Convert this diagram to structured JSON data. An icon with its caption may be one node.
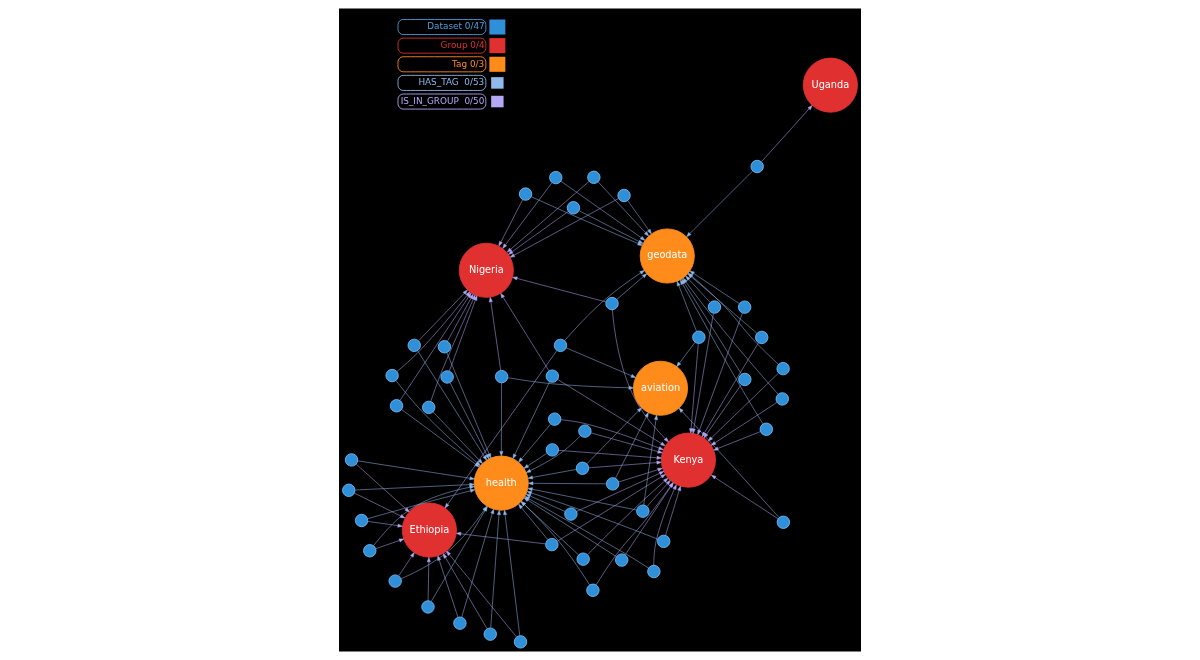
{
  "diagram": {
    "nodes": [
      {
        "text": [
          "Ethiopia"
        ]
      },
      {
        "text": [
          "Uganda"
        ]
      },
      {
        "text": [
          "geodata"
        ]
      },
      {
        "text": [
          "health"
        ]
      },
      {
        "text": [
          "aviation"
        ]
      },
      {
        "text": [
          "Kenya"
        ]
      },
      {
        "text": [
          "Nigeria"
        ]
      },
      {
        "text": [],
        "shape": "circle"
      },
      {
        "text": [],
        "shape": "circle"
      },
      {
        "text": [],
        "shape": "circle"
      },
      {
        "text": [],
        "shape": "circle"
      },
      {
        "text": [],
        "shape": "circle"
      },
      {
        "text": [],
        "shape": "circle"
      },
      {
        "text": [],
        "shape": "circle"
      },
      {
        "text": [],
        "shape": "circle"
      },
      {
        "text": [],
        "shape": "circle"
      },
      {
        "text": [],
        "shape": "circle"
      },
      {
        "text": [],
        "shape": "circle"
      },
      {
        "text": [],
        "shape": "circle"
      },
      {
        "text": [],
        "shape": "circle"
      },
      {
        "text": [],
        "shape": "circle"
      },
      {
        "text": [],
        "shape": "circle"
      },
      {
        "text": [],
        "shape": "circle"
      },
      {
        "text": [],
        "shape": "circle"
      },
      {
        "text": [],
        "shape": "circle"
      },
      {
        "text": [],
        "shape": "circle"
      },
      {
        "text": [],
        "shape": "circle"
      },
      {
        "text": [],
        "shape": "circle"
      },
      {
        "text": [],
        "shape": "circle"
      },
      {
        "text": [],
        "shape": "circle"
      },
      {
        "text": [],
        "shape": "circle"
      },
      {
        "text": [],
        "shape": "circle"
      },
      {
        "text": [],
        "shape": "circle"
      },
      {
        "text": [],
        "shape": "circle"
      },
      {
        "text": [],
        "shape": "circle"
      },
      {
        "text": [],
        "shape": "circle"
      },
      {
        "text": [],
        "shape": "circle"
      },
      {
        "text": [],
        "shape": "circle"
      },
      {
        "text": [],
        "shape": "circle"
      },
      {
        "text": [],
        "shape": "circle"
      },
      {
        "text": [],
        "shape": "circle"
      },
      {
        "text": [],
        "shape": "circle"
      },
      {
        "text": [],
        "shape": "circle"
      },
      {
        "text": [],
        "shape": "circle"
      },
      {
        "text": [],
        "shape": "circle"
      },
      {
        "text": [],
        "shape": "circle"
      },
      {
        "text": [],
        "shape": "circle"
      },
      {
        "text": [],
        "shape": "circle"
      },
      {
        "text": [],
        "shape": "circle"
      },
      {
        "text": [],
        "shape": "circle"
      },
      {
        "text": [],
        "shape": "circle"
      },
      {
        "text": [],
        "shape": "circle"
      },
      {
        "text": [],
        "shape": "circle"
      },
      {
        "text": [],
        "shape": "circle"
      }
    ],
    "edges": [
      {
        "from": 7,
        "to": 3,
        "arrow": "to"
      },
      {
        "from": 7,
        "to": 0,
        "arrow": "to",
        "color": "#b4a7f5"
      },
      {
        "from": 8,
        "to": 3,
        "arrow": "to"
      },
      {
        "from": 8,
        "to": 0,
        "arrow": "to",
        "color": "#b4a7f5"
      },
      {
        "from": 9,
        "to": 3,
        "arrow": "to"
      },
      {
        "from": 9,
        "to": 0,
        "arrow": "to",
        "color": "#b4a7f5"
      },
      {
        "from": 10,
        "to": 3,
        "arrow": "to"
      },
      {
        "from": 10,
        "to": 0,
        "arrow": "to",
        "color": "#b4a7f5"
      },
      {
        "from": 11,
        "to": 3,
        "arrow": "to"
      },
      {
        "from": 11,
        "to": 0,
        "arrow": "to",
        "color": "#b4a7f5"
      },
      {
        "from": 12,
        "to": 3,
        "arrow": "to"
      },
      {
        "from": 12,
        "to": 0,
        "arrow": "to",
        "color": "#b4a7f5"
      },
      {
        "from": 13,
        "to": 3,
        "arrow": "to"
      },
      {
        "from": 13,
        "to": 0,
        "arrow": "to",
        "color": "#b4a7f5"
      },
      {
        "from": 14,
        "to": 3,
        "arrow": "to"
      },
      {
        "from": 14,
        "to": 0,
        "arrow": "to",
        "color": "#b4a7f5"
      },
      {
        "from": 15,
        "to": 3,
        "arrow": "to"
      },
      {
        "from": 15,
        "to": 0,
        "arrow": "to",
        "color": "#b4a7f5"
      },
      {
        "from": 16,
        "to": 3,
        "arrow": "to"
      },
      {
        "from": 16,
        "to": 4,
        "arrow": "to"
      },
      {
        "from": 16,
        "to": 5,
        "arrow": "to",
        "color": "#b4a7f5"
      },
      {
        "from": 17,
        "to": 3,
        "arrow": "to"
      },
      {
        "from": 17,
        "to": 4,
        "arrow": "to"
      },
      {
        "from": 17,
        "to": 5,
        "arrow": "to",
        "color": "#b4a7f5"
      },
      {
        "from": 18,
        "to": 3,
        "arrow": "to"
      },
      {
        "from": 18,
        "to": 4,
        "arrow": "to"
      },
      {
        "from": 18,
        "to": 5,
        "arrow": "to",
        "color": "#b4a7f5"
      },
      {
        "from": 19,
        "to": 3,
        "arrow": "to"
      },
      {
        "from": 19,
        "to": 5,
        "arrow": "to",
        "color": "#b4a7f5"
      },
      {
        "from": 20,
        "to": 3,
        "arrow": "to"
      },
      {
        "from": 20,
        "to": 5,
        "arrow": "to",
        "color": "#b4a7f5"
      },
      {
        "from": 21,
        "to": 3,
        "arrow": "to"
      },
      {
        "from": 21,
        "to": 5,
        "arrow": "to",
        "color": "#b4a7f5"
      },
      {
        "from": 22,
        "to": 3,
        "arrow": "to"
      },
      {
        "from": 22,
        "to": 5,
        "arrow": "to",
        "color": "#b4a7f5"
      },
      {
        "from": 23,
        "to": 3,
        "arrow": "to"
      },
      {
        "from": 23,
        "to": 5,
        "arrow": "to",
        "color": "#b4a7f5"
      },
      {
        "from": 24,
        "to": 3,
        "arrow": "to"
      },
      {
        "from": 24,
        "to": 5,
        "arrow": "to",
        "color": "#b4a7f5"
      },
      {
        "from": 25,
        "to": 3,
        "arrow": "to"
      },
      {
        "from": 25,
        "to": 5,
        "arrow": "to",
        "color": "#b4a7f5"
      },
      {
        "from": 26,
        "to": 3,
        "arrow": "to"
      },
      {
        "from": 26,
        "to": 5,
        "arrow": "to",
        "color": "#b4a7f5"
      },
      {
        "from": 27,
        "to": 3,
        "arrow": "to"
      },
      {
        "from": 27,
        "to": 5,
        "arrow": "to",
        "color": "#b4a7f5"
      },
      {
        "from": 28,
        "to": 2,
        "arrow": "to"
      },
      {
        "from": 28,
        "to": 5,
        "arrow": "to",
        "color": "#b4a7f5"
      },
      {
        "from": 28,
        "to": 6,
        "arrow": "to",
        "color": "#b4a7f5"
      },
      {
        "from": 29,
        "to": 2,
        "arrow": "to"
      },
      {
        "from": 29,
        "to": 5,
        "arrow": "to",
        "color": "#b4a7f5"
      },
      {
        "from": 30,
        "to": 2,
        "arrow": "to"
      },
      {
        "from": 30,
        "to": 5,
        "arrow": "to",
        "color": "#b4a7f5"
      },
      {
        "from": 31,
        "to": 2,
        "arrow": "to"
      },
      {
        "from": 31,
        "to": 5,
        "arrow": "to",
        "color": "#b4a7f5"
      },
      {
        "from": 32,
        "to": 2,
        "arrow": "to"
      },
      {
        "from": 32,
        "to": 5,
        "arrow": "to",
        "color": "#b4a7f5"
      },
      {
        "from": 33,
        "to": 2,
        "arrow": "to"
      },
      {
        "from": 33,
        "to": 5,
        "arrow": "to",
        "color": "#b4a7f5"
      },
      {
        "from": 34,
        "to": 2,
        "arrow": "to"
      },
      {
        "from": 34,
        "to": 5,
        "arrow": "to",
        "color": "#b4a7f5"
      },
      {
        "from": 35,
        "to": 2,
        "arrow": "to"
      },
      {
        "from": 35,
        "to": 5,
        "arrow": "to",
        "color": "#b4a7f5"
      },
      {
        "from": 36,
        "to": 2,
        "arrow": "to"
      },
      {
        "from": 36,
        "to": 6,
        "arrow": "to",
        "color": "#b4a7f5"
      },
      {
        "from": 37,
        "to": 2,
        "arrow": "to"
      },
      {
        "from": 37,
        "to": 6,
        "arrow": "to",
        "color": "#b4a7f5"
      },
      {
        "from": 38,
        "to": 2,
        "arrow": "to"
      },
      {
        "from": 38,
        "to": 6,
        "arrow": "to",
        "color": "#b4a7f5"
      },
      {
        "from": 39,
        "to": 2,
        "arrow": "to"
      },
      {
        "from": 39,
        "to": 6,
        "arrow": "to",
        "color": "#b4a7f5"
      },
      {
        "from": 40,
        "to": 3,
        "arrow": "to"
      },
      {
        "from": 40,
        "to": 6,
        "arrow": "to",
        "color": "#b4a7f5"
      },
      {
        "from": 40,
        "to": 5,
        "arrow": "to",
        "color": "#b4a7f5"
      },
      {
        "from": 41,
        "to": 3,
        "arrow": "to"
      },
      {
        "from": 41,
        "to": 6,
        "arrow": "to",
        "color": "#b4a7f5"
      },
      {
        "from": 42,
        "to": 3,
        "arrow": "to"
      },
      {
        "from": 42,
        "to": 6,
        "arrow": "to",
        "color": "#b4a7f5"
      },
      {
        "from": 43,
        "to": 3,
        "arrow": "to"
      },
      {
        "from": 43,
        "to": 6,
        "arrow": "to",
        "color": "#b4a7f5"
      },
      {
        "from": 44,
        "to": 3,
        "arrow": "to"
      },
      {
        "from": 44,
        "to": 6,
        "arrow": "to",
        "color": "#b4a7f5"
      },
      {
        "from": 45,
        "to": 3,
        "arrow": "to"
      },
      {
        "from": 45,
        "to": 6,
        "arrow": "to",
        "color": "#b4a7f5"
      },
      {
        "from": 46,
        "to": 2,
        "arrow": "to"
      },
      {
        "from": 46,
        "to": 4,
        "arrow": "to"
      },
      {
        "from": 46,
        "to": 5,
        "arrow": "to",
        "color": "#b4a7f5"
      },
      {
        "from": 47,
        "to": 2,
        "arrow": "to"
      },
      {
        "from": 47,
        "to": 4,
        "arrow": "to"
      },
      {
        "from": 47,
        "to": 0,
        "arrow": "to",
        "color": "#b4a7f5"
      },
      {
        "from": 48,
        "to": 2,
        "arrow": "to"
      },
      {
        "from": 48,
        "to": 1,
        "arrow": "to",
        "color": "#b4a7f5"
      },
      {
        "from": 49,
        "to": 3,
        "arrow": "to"
      },
      {
        "from": 49,
        "to": 0,
        "arrow": "to",
        "color": "#b4a7f5"
      },
      {
        "from": 49,
        "to": 5,
        "arrow": "to",
        "color": "#b4a7f5"
      },
      {
        "from": 50,
        "to": 3,
        "arrow": "to"
      },
      {
        "from": 50,
        "to": 6,
        "arrow": "to",
        "color": "#b4a7f5"
      },
      {
        "from": 51,
        "to": 2,
        "arrow": "to"
      },
      {
        "from": 51,
        "to": 6,
        "arrow": "to",
        "color": "#b4a7f5"
      },
      {
        "from": 52,
        "to": 3,
        "arrow": "to"
      },
      {
        "from": 52,
        "to": 4,
        "arrow": "to"
      },
      {
        "from": 52,
        "to": 6,
        "arrow": "to",
        "color": "#b4a7f5"
      },
      {
        "from": 53,
        "to": 4,
        "arrow": "to"
      },
      {
        "from": 53,
        "to": 5,
        "arrow": "to",
        "color": "#b4a7f5"
      }
    ],
    "legend": [
      {
        "text": "Dataset 0/47",
        "color": "#2f8fd8"
      },
      {
        "text": "Group 0/4",
        "color": "#e0302f"
      },
      {
        "text": "Tag 0/3",
        "color": "#ff8c1a"
      },
      {
        "text": "HAS_TAG  0/53"
      },
      {
        "text": "IS_IN_GROUP  0/50"
      }
    ]
  }
}
